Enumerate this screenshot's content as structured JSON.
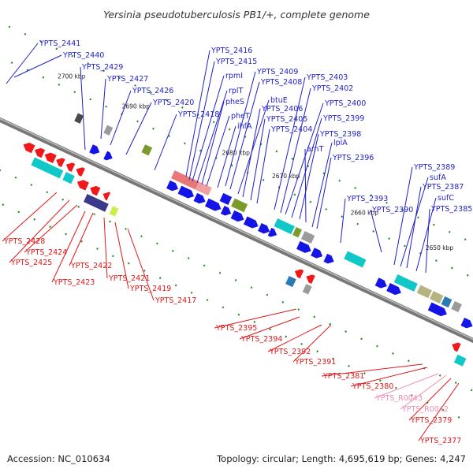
{
  "title": "Yersinia pseudotuberculosis PB1/+, complete genome",
  "footer": {
    "accession": "Accession: NC_010634",
    "topology": "Topology: circular; Length: 4,695,619 bp; Genes: 4,247"
  },
  "colors": {
    "upper_label": "#1f1fc8",
    "lower_label": "#e01818",
    "rna_label": "#f08cb4",
    "backbone": "#777777",
    "tick": "#2a8a2a"
  },
  "ticks": [
    "2700 kbp",
    "2690 kbp",
    "2680 kbp",
    "2670 kbp",
    "2660 kbp",
    "2650 kbp"
  ],
  "upper_labels": [
    "YPTS_2441",
    "YPTS_2440",
    "YPTS_2429",
    "YPTS_2427",
    "YPTS_2426",
    "YPTS_2420",
    "YPTS_2418",
    "YPTS_2416",
    "YPTS_2415",
    "rpmI",
    "rplT",
    "pheS",
    "pheT",
    "ihfA",
    "YPTS_2409",
    "YPTS_2408",
    "btuE",
    "YPTS_2406",
    "YPTS_2405",
    "YPTS_2404",
    "YPTS_2403",
    "YPTS_2402",
    "YPTS_2400",
    "YPTS_2399",
    "YPTS_2398",
    "arnT",
    "lplA",
    "YPTS_2396",
    "YPTS_2393",
    "YPTS_2390",
    "YPTS_2389",
    "sufA",
    "YPTS_2387",
    "sufC",
    "YPTS_2385"
  ],
  "lower_labels": [
    "YPTS_2428",
    "YPTS_2424",
    "YPTS_2425",
    "YPTS_2423",
    "YPTS_2422",
    "YPTS_2421",
    "YPTS_2419",
    "YPTS_2417",
    "YPTS_2395",
    "YPTS_2394",
    "YPTS_2392",
    "YPTS_2391",
    "YPTS_2381",
    "YPTS_2380",
    "YPTS_R0043",
    "YPTS_R0042",
    "YPTS_2379",
    "YPTS_2377"
  ],
  "rna_labels": [
    "YPTS_R0043",
    "YPTS_R0042"
  ]
}
